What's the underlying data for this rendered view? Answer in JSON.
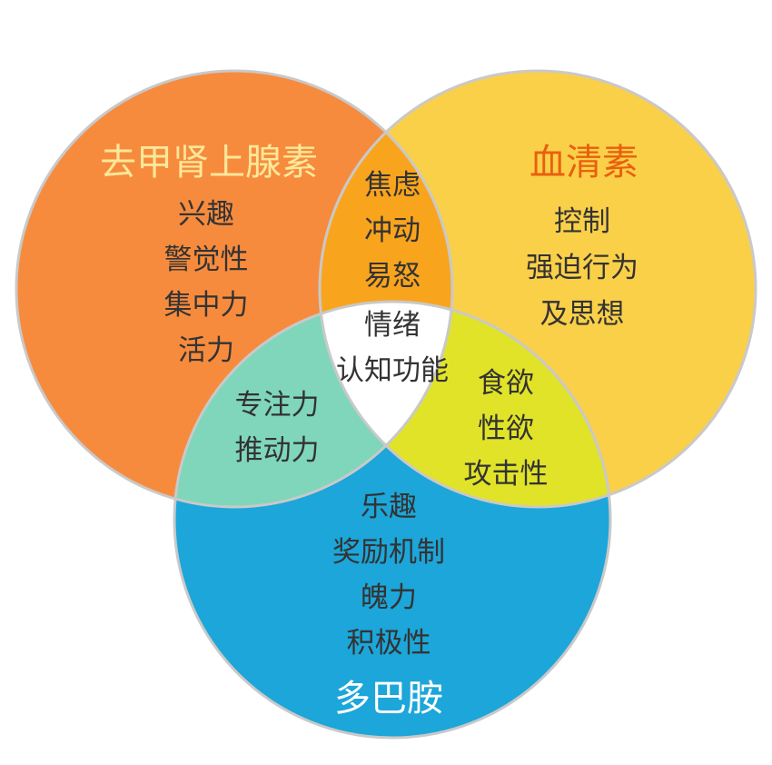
{
  "colors": {
    "norepinephrine": "#F78B3D",
    "serotonin": "#FAD049",
    "dopamine": "#1CA6D9",
    "ne_serotonin": "#F9A41D",
    "serotonin_dopamine": "#E0E328",
    "ne_dopamine": "#7FD6BB",
    "center": "#FFFFFF",
    "outline": "#C9C9C9",
    "title_ne": "#FCE89A",
    "title_serotonin": "#E8600F",
    "title_dopamine": "#FFFFFF"
  },
  "circles": {
    "norepinephrine": {
      "title": "去甲肾上腺素",
      "items": [
        "兴趣",
        "警觉性",
        "集中力",
        "活力"
      ]
    },
    "serotonin": {
      "title": "血清素",
      "items": [
        "控制",
        "强迫行为",
        "及思想"
      ]
    },
    "dopamine": {
      "title": "多巴胺",
      "items": [
        "乐趣",
        "奖励机制",
        "魄力",
        "积极性"
      ]
    }
  },
  "overlaps": {
    "ne_serotonin": [
      "焦虑",
      "冲动",
      "易怒"
    ],
    "ne_dopamine": [
      "专注力",
      "推动力"
    ],
    "serotonin_dopamine": [
      "食欲",
      "性欲",
      "攻击性"
    ],
    "center": [
      "情绪",
      "认知功能"
    ]
  }
}
